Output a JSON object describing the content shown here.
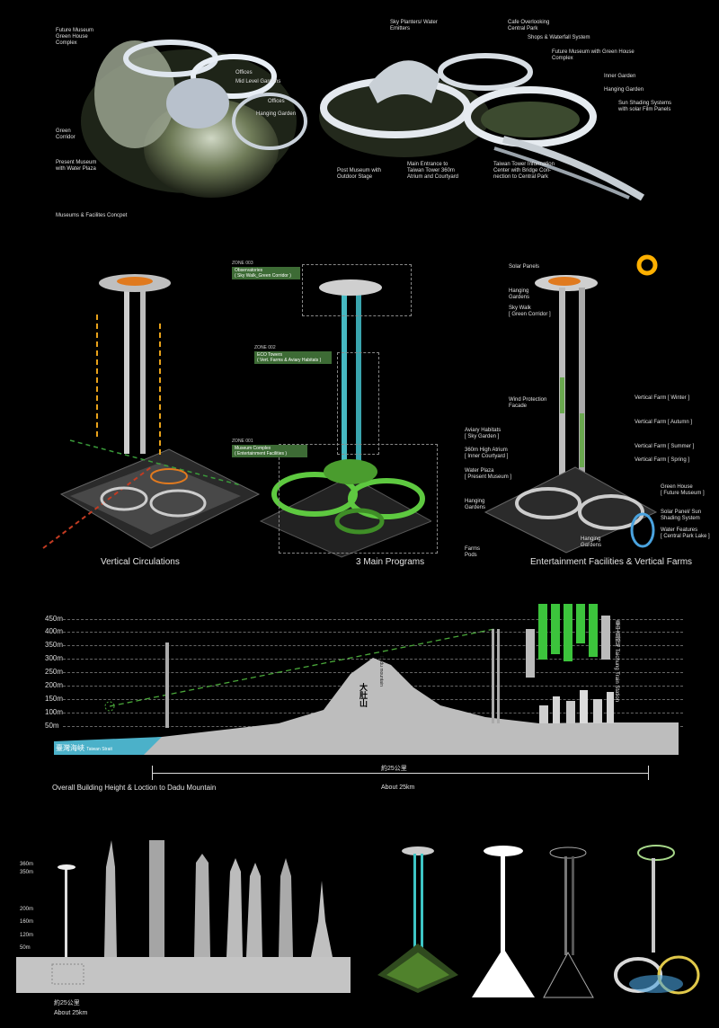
{
  "section1": {
    "caption": "Museums & Facilites Concpet",
    "left_labels": {
      "future_museum": "Future Museum\nGreen House\nComplex",
      "offices_a": "Offices",
      "mid_level": "Mid Level Gardens",
      "offices_b": "Offices",
      "hanging_garden": "Hanging Garden",
      "green_corridor": "Green\nCorridor",
      "present_museum": "Present Museum\nwith Water Plaza"
    },
    "right_labels": {
      "sky_planters": "Sky Planters/ Water\nEmitters",
      "cafe": "Cafe Overlooking\nCentral Park",
      "shops": "Shops & Waterfall System",
      "future_museum": "Future Museum with Green House\nComplex",
      "inner_garden": "Inner Garden",
      "hanging_garden": "Hanging Garden",
      "sun_shading": "Sun Shading Systems\nwith solar Film Panels",
      "post_museum": "Post Museum with\nOutdoor Stage",
      "main_entrance": "Main Entrance to\nTaiwan Tower 360m\nAtrium and Courtyard",
      "info_center": "Taiwan Tower Information\nCenter with Bridge Con-\nnection to Central Park"
    }
  },
  "section2": {
    "captions": {
      "vertical": "Vertical Circulations",
      "programs": "3 Main Programs",
      "facilities": "Entertainment Facilities & Vertical Farms"
    },
    "zones": {
      "z3": "ZONE 003",
      "z3_tag": "Observatories\n( Sky Walk_Green Corridor )",
      "z2": "ZONE 002",
      "z2_tag": "ECO Towers\n( Vert. Farms & Aviary Habitats )",
      "z1": "ZONE 001",
      "z1_tag": "Museum Complex\n( Entertainment Facilities )"
    },
    "farm_labels": {
      "solar": "Solar Panels",
      "hanging": "Hanging\nGardens",
      "sky_walk": "Sky Walk\n[ Green Corridor ]",
      "wind": "Wind Protection\nFacade",
      "aviary": "Aviary Habitats\n[ Sky Garden ]",
      "atrium": "360m High Atrium\n[ Inner Courtyard ]",
      "water_plaza": "Water Plaza\n[ Present Museum ]",
      "hanging2": "Hanging\nGardens",
      "farms_pods": "Farms\nPods",
      "winter": "Vertical Farm [ Winter ]",
      "autumn": "Vertical Farm [ Autumn ]",
      "summer": "Vertical Farm [ Summer ]",
      "spring": "Vertical Farm [ Spring ]",
      "greenhouse": "Green House\n[ Future Museum ]",
      "solar_sun": "Solar Panel/ Sun\nShading System",
      "water_features": "Water Features\n[ Central Park Lake ]",
      "hanging3": "Hanging\nGardens"
    }
  },
  "section3": {
    "rulers": [
      "450m",
      "400m",
      "350m",
      "300m",
      "250m",
      "200m",
      "150m",
      "100m",
      "50m"
    ],
    "strait": "臺灣海峽",
    "strait_en": "Taiwan Strait",
    "mountain": "大肚山",
    "mountain_en": "Dadu mountain",
    "dist_cn": "約25公里",
    "dist_en": "About 25km",
    "caption": "Overall Building Height  & Loction to Dadu Mountain",
    "station_cn": "臺中高鐵站",
    "station_en": "Taichung Train Station"
  },
  "section4": {
    "rulers": [
      "360m",
      "350m",
      "200m",
      "160m",
      "120m",
      "50m"
    ],
    "dist_cn": "約25公里",
    "dist_en": "About 25km"
  }
}
